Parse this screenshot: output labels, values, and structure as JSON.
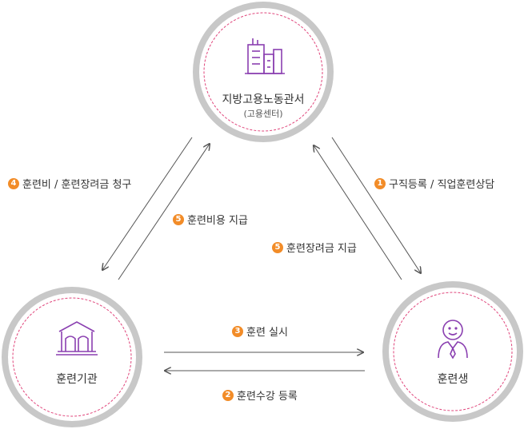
{
  "colors": {
    "ring_outer": "#c8c8c8",
    "ring_dash": "#e0457b",
    "arrow": "#555555",
    "badge": "#f28c28",
    "icon_stroke": "#8a3fb0"
  },
  "nodes": {
    "office": {
      "label": "지방고용노동관서",
      "sub": "(고용센터)",
      "icon": "office-building-icon"
    },
    "institution": {
      "label": "훈련기관",
      "icon": "school-building-icon"
    },
    "trainee": {
      "label": "훈련생",
      "icon": "person-icon"
    }
  },
  "steps": [
    {
      "num": "4",
      "label": "훈련비 / 훈련장려금 청구"
    },
    {
      "num": "5",
      "label": "훈련비용 지급"
    },
    {
      "num": "1",
      "label": "구직등록 / 직업훈련상담"
    },
    {
      "num": "5",
      "label": "훈련장려금 지급"
    },
    {
      "num": "3",
      "label": "훈련 실시"
    },
    {
      "num": "2",
      "label": "훈련수강 등록"
    }
  ]
}
